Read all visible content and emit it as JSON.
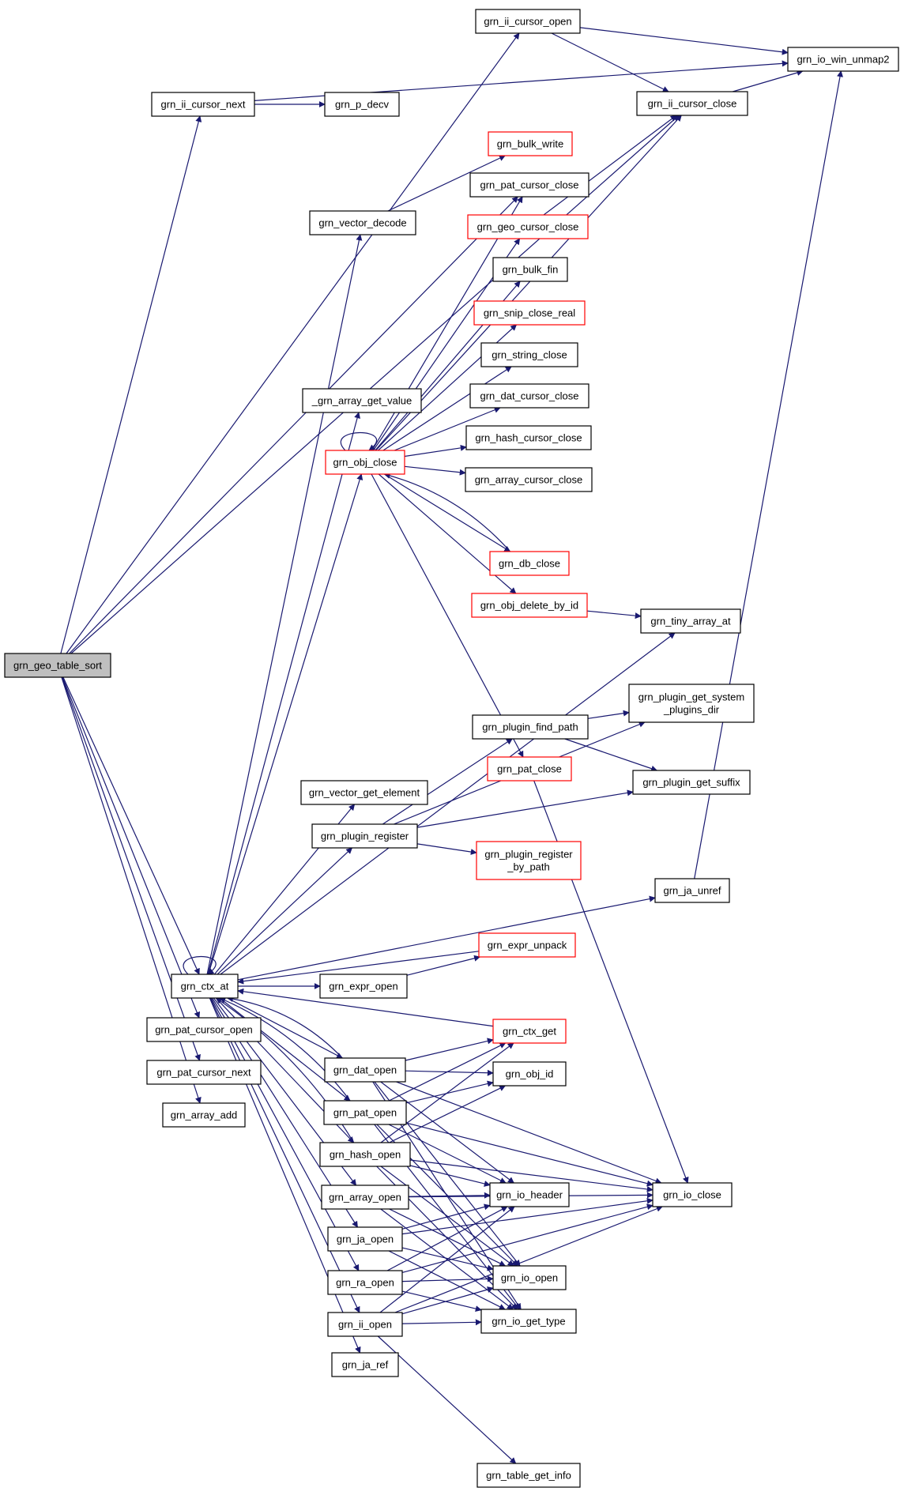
{
  "colors": {
    "edge": "#191970",
    "node_border": "#000000",
    "node_border_incomplete": "#ff0000",
    "root_fill": "#bfbfbf",
    "background": "#ffffff"
  },
  "nodes": [
    {
      "id": "root",
      "label": "grn_geo_table_sort",
      "style": "root"
    },
    {
      "id": "ii_cursor_open",
      "label": "grn_ii_cursor_open",
      "style": "normal"
    },
    {
      "id": "io_win_unmap2",
      "label": "grn_io_win_unmap2",
      "style": "normal"
    },
    {
      "id": "ii_cursor_next",
      "label": "grn_ii_cursor_next",
      "style": "normal"
    },
    {
      "id": "p_decv",
      "label": "grn_p_decv",
      "style": "normal"
    },
    {
      "id": "ii_cursor_close",
      "label": "grn_ii_cursor_close",
      "style": "normal"
    },
    {
      "id": "bulk_write",
      "label": "grn_bulk_write",
      "style": "incomplete"
    },
    {
      "id": "pat_cursor_close",
      "label": "grn_pat_cursor_close",
      "style": "normal"
    },
    {
      "id": "vector_decode",
      "label": "grn_vector_decode",
      "style": "normal"
    },
    {
      "id": "geo_cursor_close",
      "label": "grn_geo_cursor_close",
      "style": "incomplete"
    },
    {
      "id": "bulk_fin",
      "label": "grn_bulk_fin",
      "style": "normal"
    },
    {
      "id": "snip_close_real",
      "label": "grn_snip_close_real",
      "style": "incomplete"
    },
    {
      "id": "string_close",
      "label": "grn_string_close",
      "style": "normal"
    },
    {
      "id": "array_get_value",
      "label": "_grn_array_get_value",
      "style": "normal"
    },
    {
      "id": "dat_cursor_close",
      "label": "grn_dat_cursor_close",
      "style": "normal"
    },
    {
      "id": "hash_cursor_close",
      "label": "grn_hash_cursor_close",
      "style": "normal"
    },
    {
      "id": "obj_close",
      "label": "grn_obj_close",
      "style": "incomplete"
    },
    {
      "id": "array_cursor_close",
      "label": "grn_array_cursor_close",
      "style": "normal"
    },
    {
      "id": "db_close",
      "label": "grn_db_close",
      "style": "incomplete"
    },
    {
      "id": "obj_delete_by_id",
      "label": "grn_obj_delete_by_id",
      "style": "incomplete"
    },
    {
      "id": "tiny_array_at",
      "label": "grn_tiny_array_at",
      "style": "normal"
    },
    {
      "id": "plugin_get_system_plugins_dir",
      "label": "grn_plugin_get_system\n_plugins_dir",
      "style": "normal"
    },
    {
      "id": "plugin_find_path",
      "label": "grn_plugin_find_path",
      "style": "normal"
    },
    {
      "id": "pat_close",
      "label": "grn_pat_close",
      "style": "incomplete"
    },
    {
      "id": "plugin_get_suffix",
      "label": "grn_plugin_get_suffix",
      "style": "normal"
    },
    {
      "id": "vector_get_element",
      "label": "grn_vector_get_element",
      "style": "normal"
    },
    {
      "id": "plugin_register",
      "label": "grn_plugin_register",
      "style": "normal"
    },
    {
      "id": "plugin_register_by_path",
      "label": "grn_plugin_register\n_by_path",
      "style": "incomplete"
    },
    {
      "id": "ja_unref",
      "label": "grn_ja_unref",
      "style": "normal"
    },
    {
      "id": "expr_unpack",
      "label": "grn_expr_unpack",
      "style": "incomplete"
    },
    {
      "id": "ctx_at",
      "label": "grn_ctx_at",
      "style": "normal"
    },
    {
      "id": "expr_open",
      "label": "grn_expr_open",
      "style": "normal"
    },
    {
      "id": "pat_cursor_open",
      "label": "grn_pat_cursor_open",
      "style": "normal"
    },
    {
      "id": "ctx_get",
      "label": "grn_ctx_get",
      "style": "incomplete"
    },
    {
      "id": "dat_open",
      "label": "grn_dat_open",
      "style": "normal"
    },
    {
      "id": "obj_id",
      "label": "grn_obj_id",
      "style": "normal"
    },
    {
      "id": "pat_cursor_next",
      "label": "grn_pat_cursor_next",
      "style": "normal"
    },
    {
      "id": "pat_open",
      "label": "grn_pat_open",
      "style": "normal"
    },
    {
      "id": "array_add",
      "label": "grn_array_add",
      "style": "normal"
    },
    {
      "id": "hash_open",
      "label": "grn_hash_open",
      "style": "normal"
    },
    {
      "id": "array_open",
      "label": "grn_array_open",
      "style": "normal"
    },
    {
      "id": "io_header",
      "label": "grn_io_header",
      "style": "normal"
    },
    {
      "id": "io_close",
      "label": "grn_io_close",
      "style": "normal"
    },
    {
      "id": "ja_open",
      "label": "grn_ja_open",
      "style": "normal"
    },
    {
      "id": "ra_open",
      "label": "grn_ra_open",
      "style": "normal"
    },
    {
      "id": "io_open",
      "label": "grn_io_open",
      "style": "normal"
    },
    {
      "id": "ii_open",
      "label": "grn_ii_open",
      "style": "normal"
    },
    {
      "id": "io_get_type",
      "label": "grn_io_get_type",
      "style": "normal"
    },
    {
      "id": "ja_ref",
      "label": "grn_ja_ref",
      "style": "normal"
    },
    {
      "id": "table_get_info",
      "label": "grn_table_get_info",
      "style": "normal"
    }
  ],
  "edges": [
    [
      "root",
      "ii_cursor_open"
    ],
    [
      "root",
      "ii_cursor_next"
    ],
    [
      "root",
      "ii_cursor_close"
    ],
    [
      "root",
      "pat_cursor_close"
    ],
    [
      "root",
      "ctx_at"
    ],
    [
      "root",
      "pat_cursor_open"
    ],
    [
      "root",
      "pat_cursor_next"
    ],
    [
      "root",
      "array_add"
    ],
    [
      "ii_cursor_open",
      "io_win_unmap2"
    ],
    [
      "ii_cursor_open",
      "ii_cursor_close"
    ],
    [
      "ii_cursor_next",
      "io_win_unmap2"
    ],
    [
      "ii_cursor_next",
      "p_decv"
    ],
    [
      "ii_cursor_close",
      "io_win_unmap2"
    ],
    [
      "vector_decode",
      "bulk_write"
    ],
    [
      "geo_cursor_close",
      "ii_cursor_close"
    ],
    [
      "obj_close",
      "pat_cursor_close"
    ],
    [
      "obj_close",
      "geo_cursor_close"
    ],
    [
      "obj_close",
      "bulk_fin"
    ],
    [
      "obj_close",
      "snip_close_real"
    ],
    [
      "obj_close",
      "string_close"
    ],
    [
      "obj_close",
      "dat_cursor_close"
    ],
    [
      "obj_close",
      "hash_cursor_close"
    ],
    [
      "obj_close",
      "array_cursor_close"
    ],
    [
      "obj_close",
      "ii_cursor_close"
    ],
    [
      "obj_close",
      "db_close"
    ],
    [
      "obj_close",
      "obj_delete_by_id"
    ],
    [
      "obj_close",
      "pat_close"
    ],
    [
      "obj_close",
      "obj_close"
    ],
    [
      "db_close",
      "obj_close"
    ],
    [
      "obj_delete_by_id",
      "tiny_array_at"
    ],
    [
      "plugin_find_path",
      "plugin_get_system_plugins_dir"
    ],
    [
      "plugin_find_path",
      "plugin_get_suffix"
    ],
    [
      "pat_close",
      "io_close"
    ],
    [
      "plugin_register",
      "plugin_find_path"
    ],
    [
      "plugin_register",
      "plugin_get_system_plugins_dir"
    ],
    [
      "plugin_register",
      "plugin_get_suffix"
    ],
    [
      "plugin_register",
      "plugin_register_by_path"
    ],
    [
      "ja_unref",
      "io_win_unmap2"
    ],
    [
      "expr_unpack",
      "ctx_at"
    ],
    [
      "expr_open",
      "expr_unpack"
    ],
    [
      "ctx_at",
      "ctx_at"
    ],
    [
      "ctx_at",
      "vector_decode"
    ],
    [
      "ctx_at",
      "array_get_value"
    ],
    [
      "ctx_at",
      "obj_close"
    ],
    [
      "ctx_at",
      "tiny_array_at"
    ],
    [
      "ctx_at",
      "vector_get_element"
    ],
    [
      "ctx_at",
      "plugin_register"
    ],
    [
      "ctx_at",
      "ja_unref"
    ],
    [
      "ctx_at",
      "expr_open"
    ],
    [
      "ctx_at",
      "dat_open"
    ],
    [
      "ctx_at",
      "pat_open"
    ],
    [
      "ctx_at",
      "hash_open"
    ],
    [
      "ctx_at",
      "array_open"
    ],
    [
      "ctx_at",
      "ja_open"
    ],
    [
      "ctx_at",
      "ra_open"
    ],
    [
      "ctx_at",
      "ii_open"
    ],
    [
      "ctx_at",
      "ja_ref"
    ],
    [
      "ctx_get",
      "ctx_at"
    ],
    [
      "dat_open",
      "ctx_at"
    ],
    [
      "pat_open",
      "ctx_at"
    ],
    [
      "hash_open",
      "ctx_at"
    ],
    [
      "dat_open",
      "ctx_get"
    ],
    [
      "dat_open",
      "obj_id"
    ],
    [
      "dat_open",
      "io_close"
    ],
    [
      "dat_open",
      "io_header"
    ],
    [
      "dat_open",
      "io_open"
    ],
    [
      "dat_open",
      "io_get_type"
    ],
    [
      "pat_open",
      "ctx_get"
    ],
    [
      "pat_open",
      "obj_id"
    ],
    [
      "pat_open",
      "io_close"
    ],
    [
      "pat_open",
      "io_header"
    ],
    [
      "pat_open",
      "io_open"
    ],
    [
      "pat_open",
      "io_get_type"
    ],
    [
      "hash_open",
      "ctx_get"
    ],
    [
      "hash_open",
      "obj_id"
    ],
    [
      "hash_open",
      "io_close"
    ],
    [
      "hash_open",
      "io_header"
    ],
    [
      "hash_open",
      "io_open"
    ],
    [
      "hash_open",
      "io_get_type"
    ],
    [
      "array_open",
      "io_header"
    ],
    [
      "array_open",
      "io_close"
    ],
    [
      "array_open",
      "io_open"
    ],
    [
      "array_open",
      "io_get_type"
    ],
    [
      "ja_open",
      "io_header"
    ],
    [
      "ja_open",
      "io_open"
    ],
    [
      "ja_open",
      "io_get_type"
    ],
    [
      "ja_open",
      "io_close"
    ],
    [
      "ra_open",
      "io_header"
    ],
    [
      "ra_open",
      "io_open"
    ],
    [
      "ra_open",
      "io_get_type"
    ],
    [
      "ra_open",
      "io_close"
    ],
    [
      "ii_open",
      "io_header"
    ],
    [
      "ii_open",
      "io_open"
    ],
    [
      "ii_open",
      "io_get_type"
    ],
    [
      "ii_open",
      "io_close"
    ],
    [
      "ii_open",
      "table_get_info"
    ]
  ]
}
